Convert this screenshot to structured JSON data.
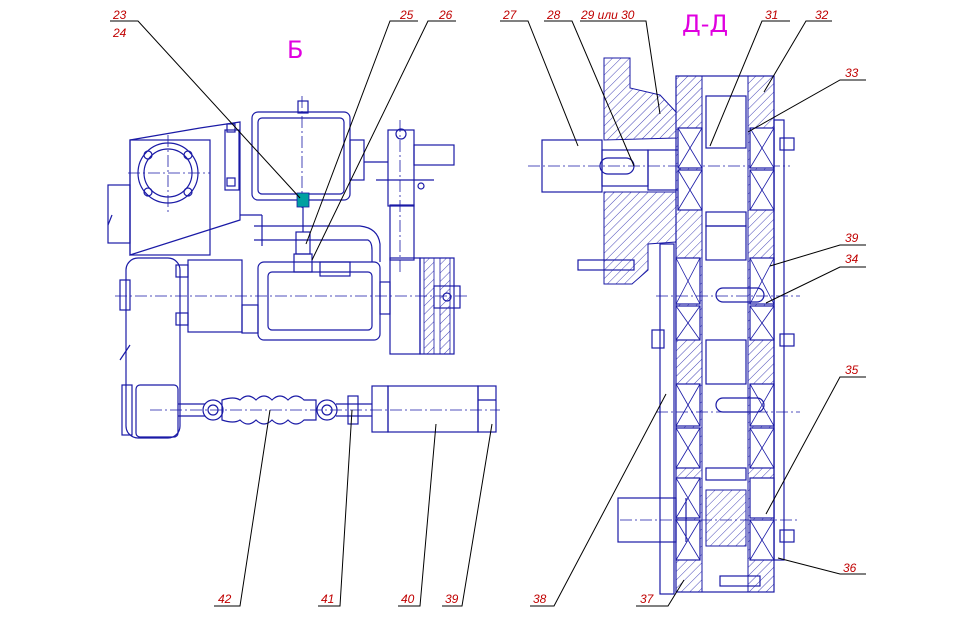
{
  "views": {
    "left": "Б",
    "right": "Д-Д"
  },
  "colors": {
    "label": "#c00000",
    "view": "#e000e0",
    "lines": "#1a1aa6",
    "leaders": "#000000",
    "accent": "#00a0a0"
  },
  "callouts": {
    "c23": "23",
    "c24": "24",
    "c25": "25",
    "c26": "26",
    "c27": "27",
    "c28": "28",
    "c29": "29 или 30",
    "c31": "31",
    "c32": "32",
    "c33": "33",
    "c39a": "39",
    "c34": "34",
    "c35": "35",
    "c36": "36",
    "c37": "37",
    "c38": "38",
    "c42": "42",
    "c41": "41",
    "c40": "40",
    "c39b": "39"
  }
}
